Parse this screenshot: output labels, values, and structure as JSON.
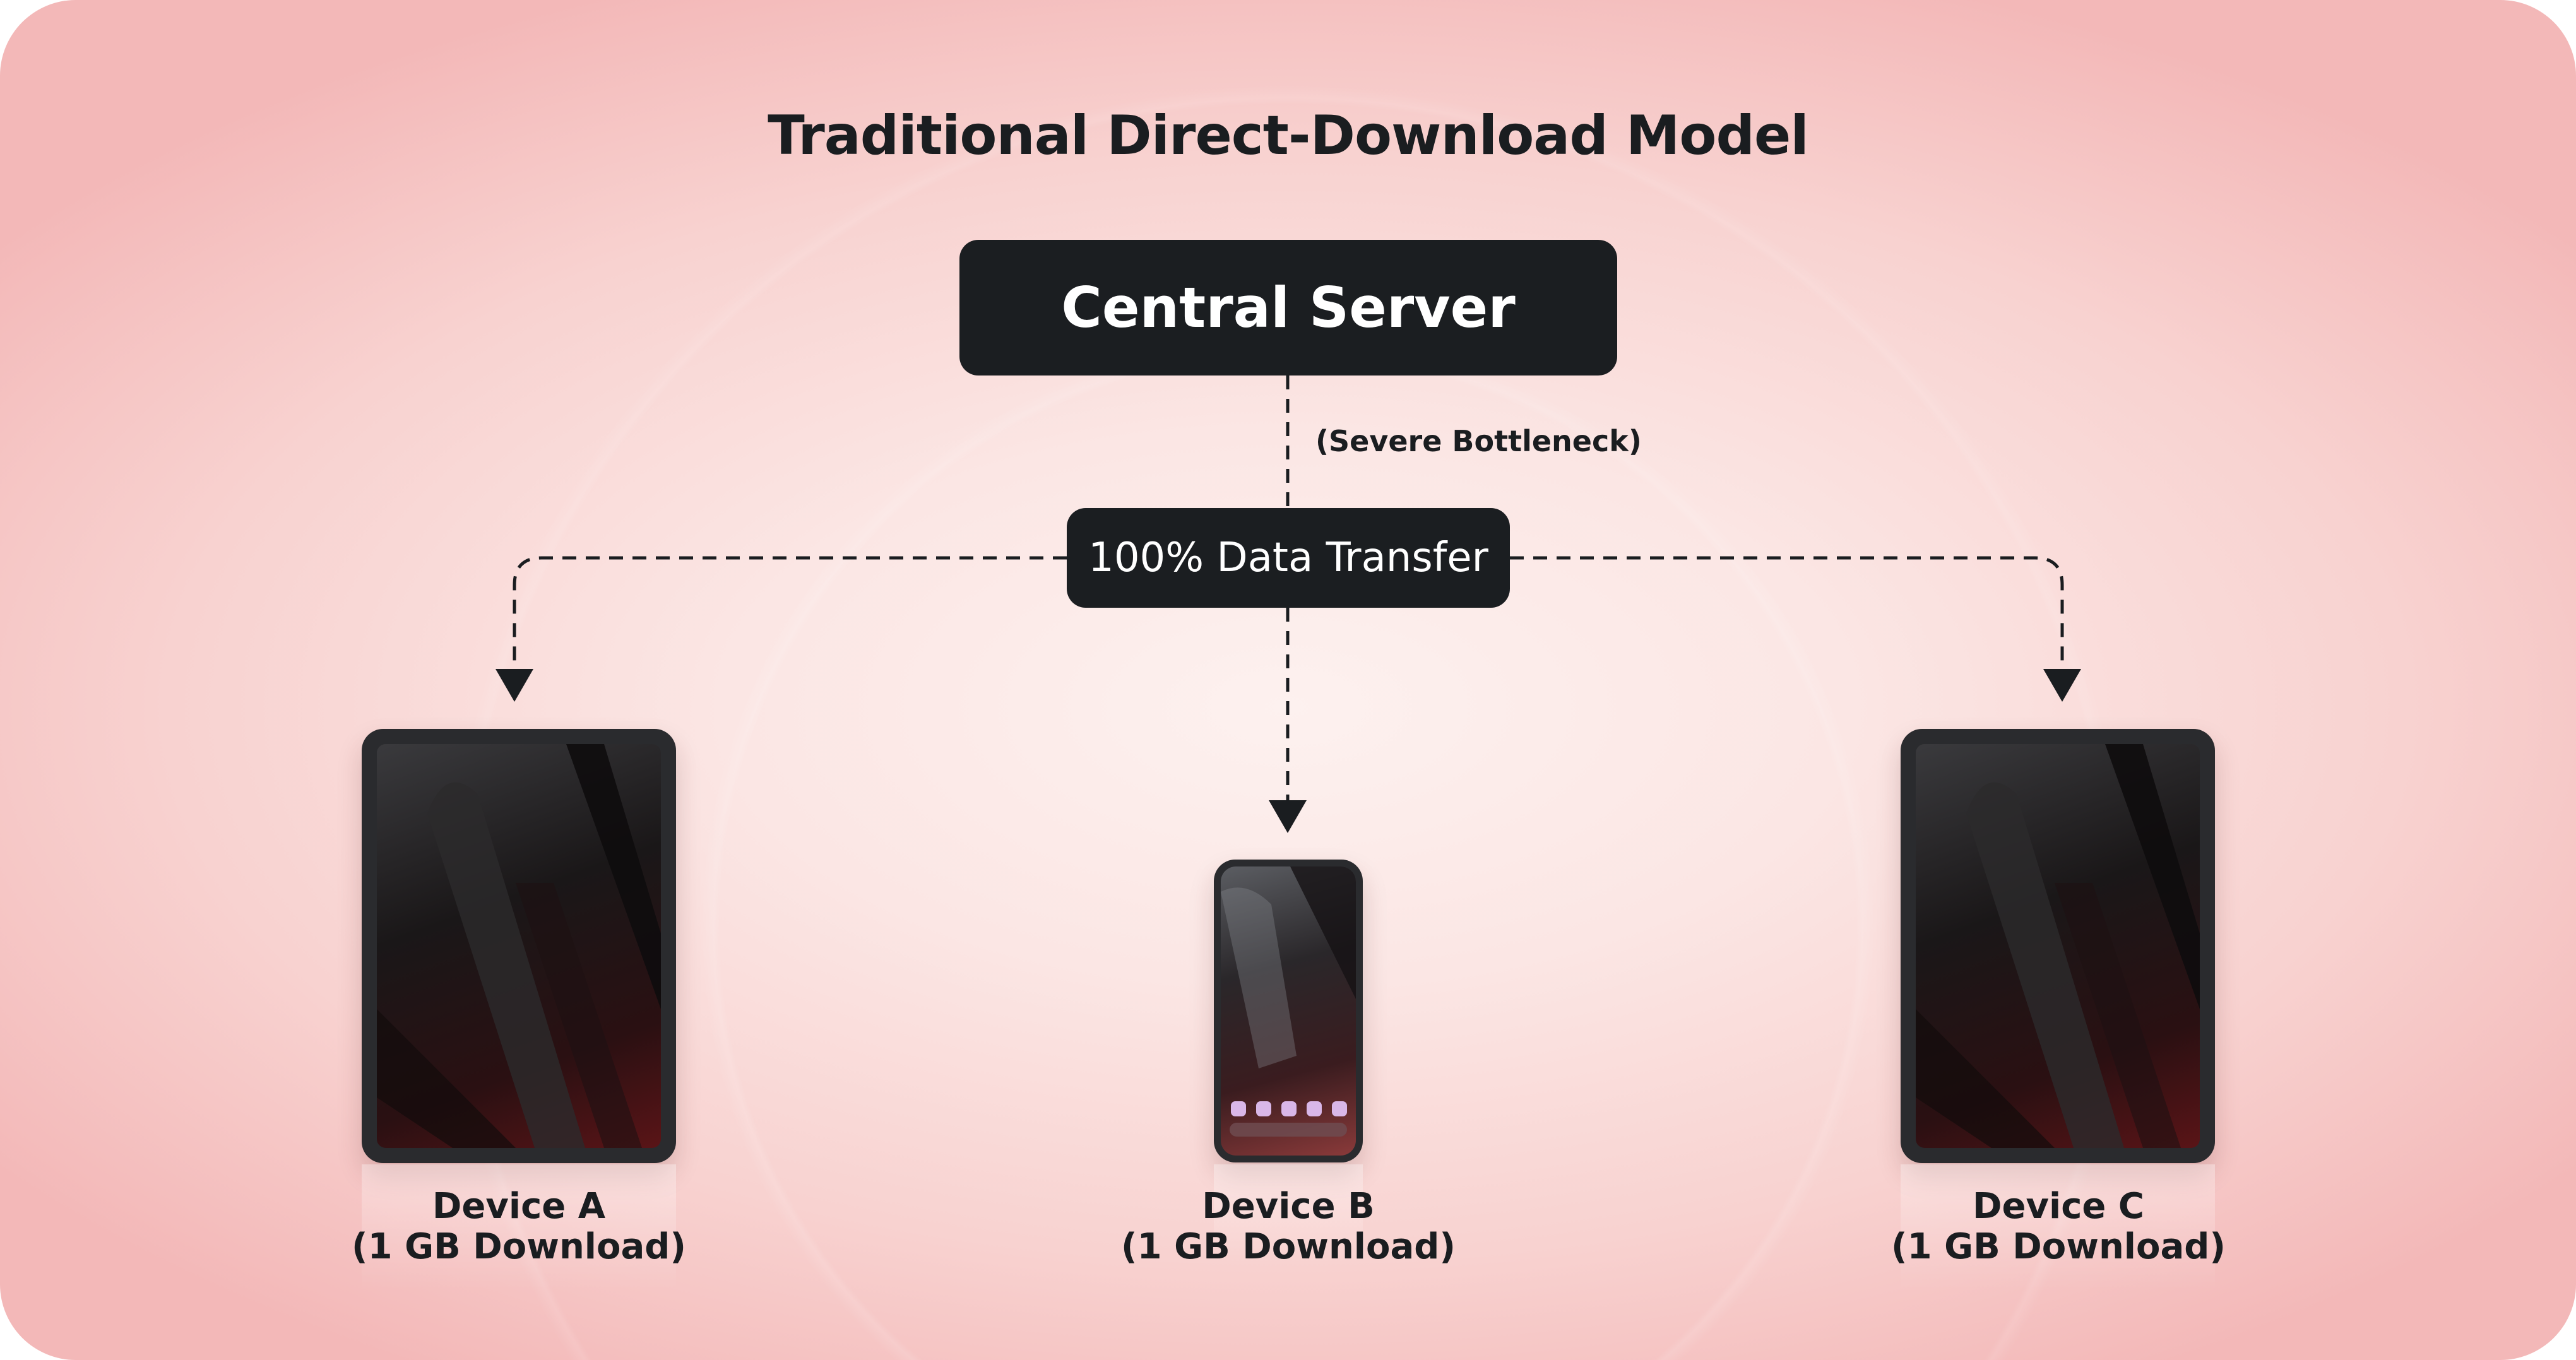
{
  "diagram": {
    "title": "Traditional Direct-Download Model",
    "server": {
      "label": "Central Server"
    },
    "bottleneck_note": "(Severe Bottleneck)",
    "transfer": {
      "label": "100% Data Transfer"
    },
    "devices": [
      {
        "name": "Device A",
        "detail": "(1 GB Download)",
        "kind": "tablet"
      },
      {
        "name": "Device B",
        "detail": "(1 GB Download)",
        "kind": "phone"
      },
      {
        "name": "Device C",
        "detail": "(1 GB Download)",
        "kind": "tablet"
      }
    ]
  },
  "colors": {
    "node_fill": "#1b1e21",
    "node_text": "#ffffff",
    "text": "#1a1d20",
    "background_center": "#fdf1ef",
    "background_edge": "#f3b8b8",
    "connector": "#1a1d20"
  },
  "icons": {
    "arrowheads": "triangle-down-icon",
    "device_a": "tablet-icon",
    "device_b": "smartphone-icon",
    "device_c": "tablet-icon"
  }
}
